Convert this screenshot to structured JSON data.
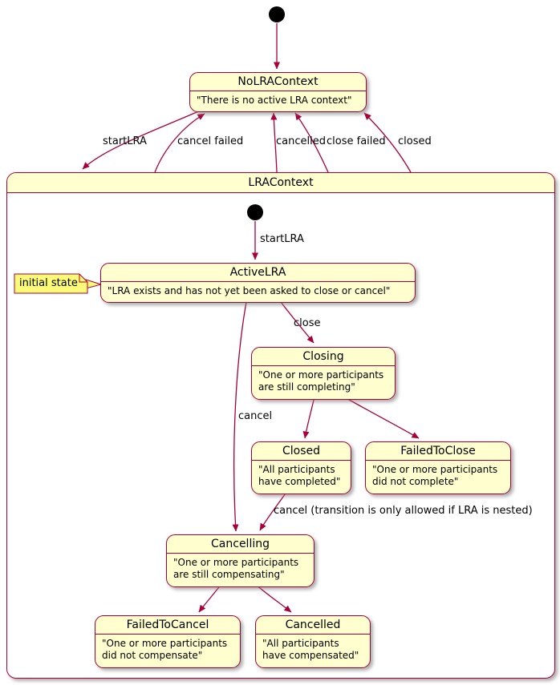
{
  "colors": {
    "state_fill": "#FEFECE",
    "state_border": "#A80036",
    "edge_color": "#A80036",
    "note_fill": "#FBFB77",
    "background": "#FFFFFF",
    "text": "#000000"
  },
  "states": {
    "noLRAContext": {
      "title": "NoLRAContext",
      "body": "\"There is no active LRA context\""
    },
    "lraContext": {
      "title": "LRAContext"
    },
    "activeLRA": {
      "title": "ActiveLRA",
      "body": "\"LRA exists and has not yet been asked to close or cancel\""
    },
    "closing": {
      "title": "Closing",
      "body": "\"One or more participants\nare still completing\""
    },
    "closed": {
      "title": "Closed",
      "body": "\"All participants\nhave completed\""
    },
    "failedToClose": {
      "title": "FailedToClose",
      "body": "\"One or more participants\ndid not complete\""
    },
    "cancelling": {
      "title": "Cancelling",
      "body": "\"One or more participants\nare still compensating\""
    },
    "failedToCancel": {
      "title": "FailedToCancel",
      "body": "\"One or more participants\ndid not compensate\""
    },
    "cancelled": {
      "title": "Cancelled",
      "body": "\"All participants\nhave compensated\""
    }
  },
  "note": {
    "text": "initial state"
  },
  "edge_labels": {
    "start_lra_outer": "startLRA",
    "cancel_failed": "cancel failed",
    "cancelled": "cancelled",
    "close_failed": "close failed",
    "closed": "closed",
    "start_lra_inner": "startLRA",
    "close": "close",
    "cancel": "cancel",
    "cancel_nested": "cancel (transition is only allowed if LRA is nested)"
  }
}
